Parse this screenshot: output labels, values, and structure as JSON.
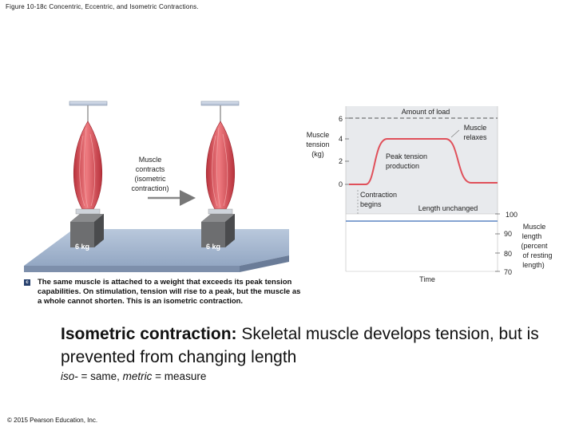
{
  "figure_title": "Figure 10-18c Concentric, Eccentric, and Isometric Contractions.",
  "illustration": {
    "arrow_label": [
      "Muscle",
      "contracts",
      "(isometric",
      "contraction)"
    ],
    "weight_left": "6 kg",
    "weight_right": "6 kg",
    "colors": {
      "muscle": "#d9545c",
      "platform": "#9fb3cf",
      "weight": "#6d6e70",
      "ceiling": "#bcc9dc"
    }
  },
  "graph": {
    "tension_axis_label": [
      "Muscle",
      "tension",
      "(kg)"
    ],
    "tension_ticks": [
      "6",
      "4",
      "2",
      "0"
    ],
    "length_axis_label": [
      "Muscle",
      "length",
      "(percent",
      "of resting",
      "length)"
    ],
    "length_ticks": [
      "100",
      "90",
      "80",
      "70"
    ],
    "amount_of_load": "Amount of load",
    "muscle_relaxes": [
      "Muscle",
      "relaxes"
    ],
    "peak_tension": [
      "Peak tension",
      "production"
    ],
    "contraction_begins": [
      "Contraction",
      "begins"
    ],
    "length_unchanged": "Length unchanged",
    "time_label": "Time",
    "colors": {
      "panel": "#e8eaed",
      "tension_curve": "#e0505a",
      "length_line": "#5d86c4",
      "load_line": "#555555"
    }
  },
  "caption": {
    "badge": "c",
    "text": "The same muscle is attached to a weight that exceeds its peak tension capabilities. On stimulation, tension will rise to a peak, but the muscle as a whole cannot shorten. This is an isometric contraction."
  },
  "headline": {
    "term": "Isometric contraction:",
    "definition": " Skeletal muscle develops tension, but is prevented from changing length"
  },
  "etymology": {
    "prefix1": "iso-",
    "meaning1": " = same, ",
    "prefix2": "metric",
    "meaning2": " = measure"
  },
  "copyright": "© 2015 Pearson Education, Inc."
}
